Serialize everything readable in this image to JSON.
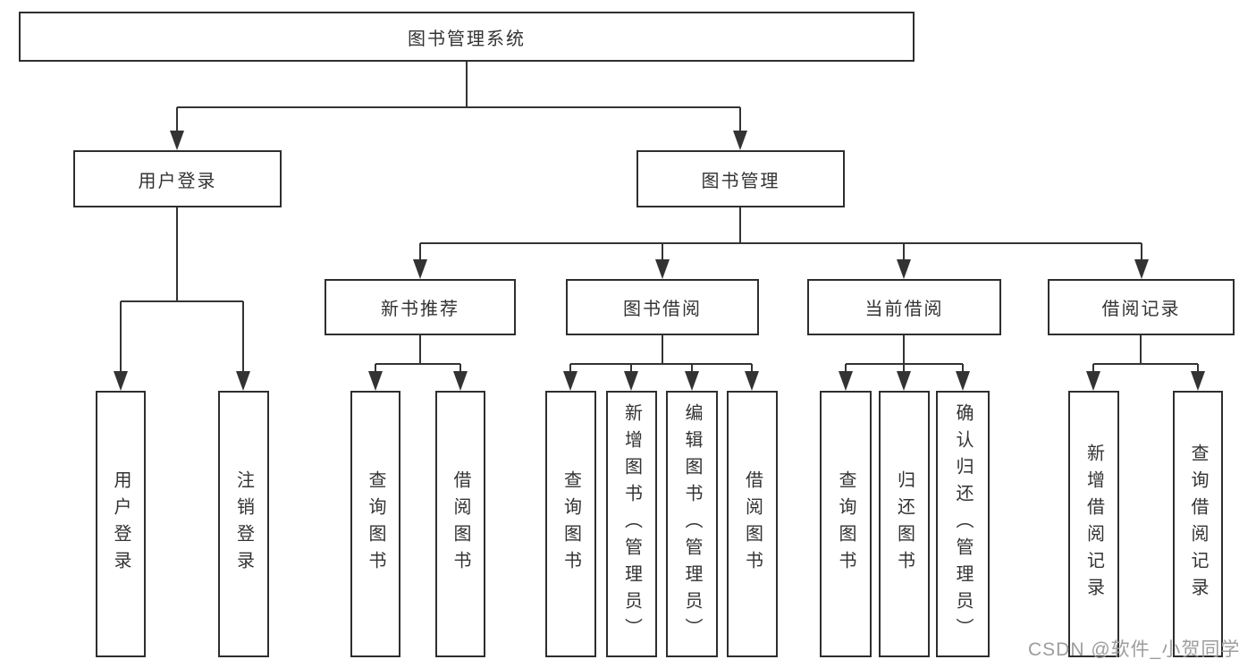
{
  "diagram": {
    "root": "图书管理系统",
    "level2": [
      "用户登录",
      "图书管理"
    ],
    "level3": [
      "新书推荐",
      "图书借阅",
      "当前借阅",
      "借阅记录"
    ],
    "leaves_user": [
      "用户登录",
      "注销登录"
    ],
    "leaves_newbook": [
      "查询图书",
      "借阅图书"
    ],
    "leaves_borrow": [
      "查询图书",
      "新增图书（管理员）",
      "编辑图书（管理员）",
      "借阅图书"
    ],
    "leaves_current": [
      "查询图书",
      "归还图书",
      "确认归还（管理员）"
    ],
    "leaves_records": [
      "新增借阅记录",
      "查询借阅记录"
    ]
  },
  "watermark": "CSDN @软件_小贺同学",
  "colors": {
    "border": "#2e2e2e",
    "line": "#333333",
    "text": "#333333",
    "watermark_text": "#9d9d9d",
    "background": "#ffffff"
  }
}
